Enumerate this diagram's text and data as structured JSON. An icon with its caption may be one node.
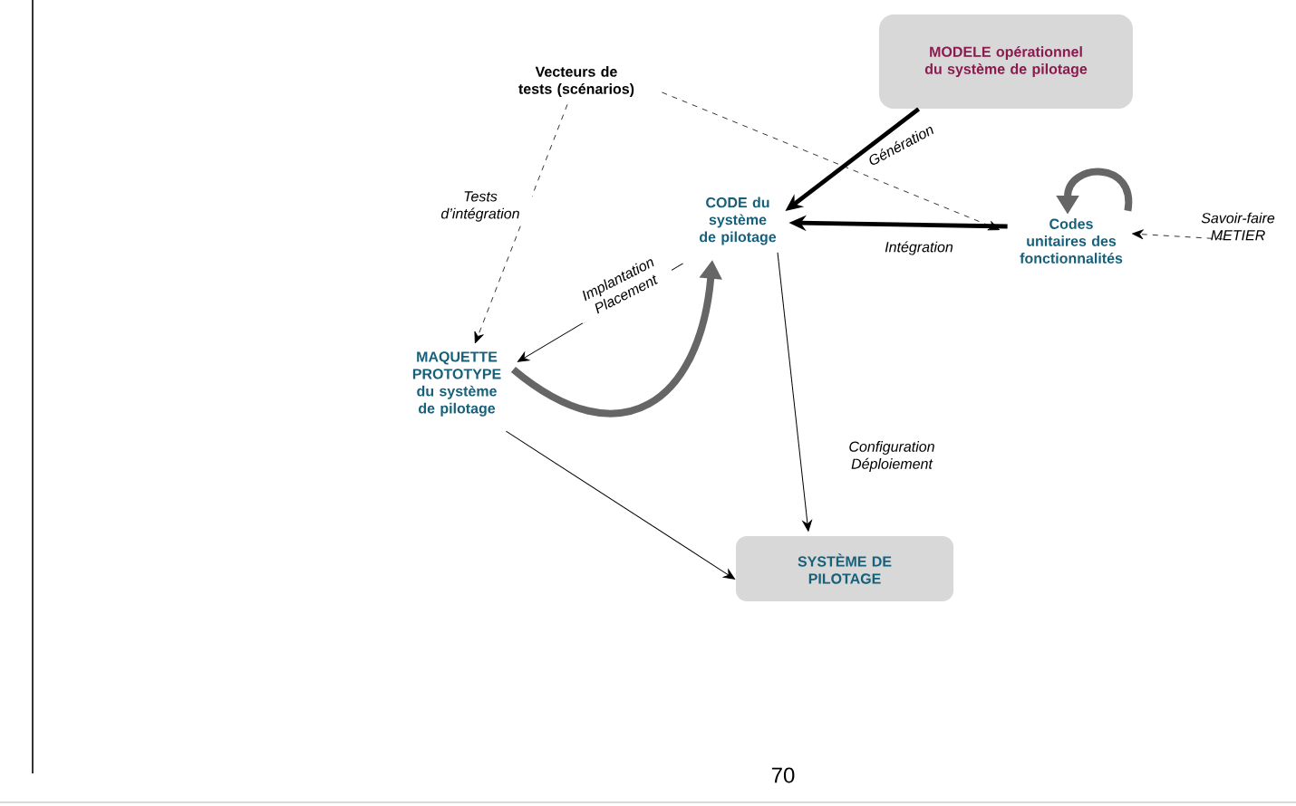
{
  "diagram": {
    "nodes": [
      {
        "text": [
          "MODELE opérationnel du système de pilotage"
        ]
      },
      {
        "text": [
          "Vecteurs de tests (scénarios)"
        ]
      },
      {
        "text": [
          "CODE du système de pilotage"
        ]
      },
      {
        "text": [
          "Codes unitaires des fonctionnalités"
        ]
      },
      {
        "text": [
          "Savoir-faire METIER"
        ]
      },
      {
        "text": [
          "MAQUETTE PROTOTYPE du système de pilotage"
        ]
      },
      {
        "text": [
          "SYSTÈME DE PILOTAGE"
        ]
      }
    ],
    "edges": [
      {
        "from": 0,
        "to": 2,
        "arrow": "to",
        "label": "Génération",
        "style": "thick"
      },
      {
        "from": 1,
        "to": 3,
        "arrow": "to",
        "style": "dashed"
      },
      {
        "from": 3,
        "to": 2,
        "arrow": "to",
        "label": "Intégration",
        "style": "thick"
      },
      {
        "from": 4,
        "to": 3,
        "arrow": "to",
        "style": "dashed"
      },
      {
        "from": 3,
        "to": 3,
        "arrow": "to",
        "style": "thick",
        "color": "#666666"
      },
      {
        "from": 1,
        "to": 5,
        "arrow": "to",
        "label": "Tests d’intégration",
        "style": "dashed"
      },
      {
        "from": 2,
        "to": 5,
        "arrow": "to",
        "label": "Implantation Placement"
      },
      {
        "from": 5,
        "to": 2,
        "arrow": "to",
        "style": "thick",
        "color": "#666666"
      },
      {
        "from": 2,
        "to": 6,
        "arrow": "to",
        "label": "Configuration Déploiement"
      },
      {
        "from": 5,
        "to": 6,
        "arrow": "to"
      }
    ],
    "labels": [
      "70"
    ]
  }
}
